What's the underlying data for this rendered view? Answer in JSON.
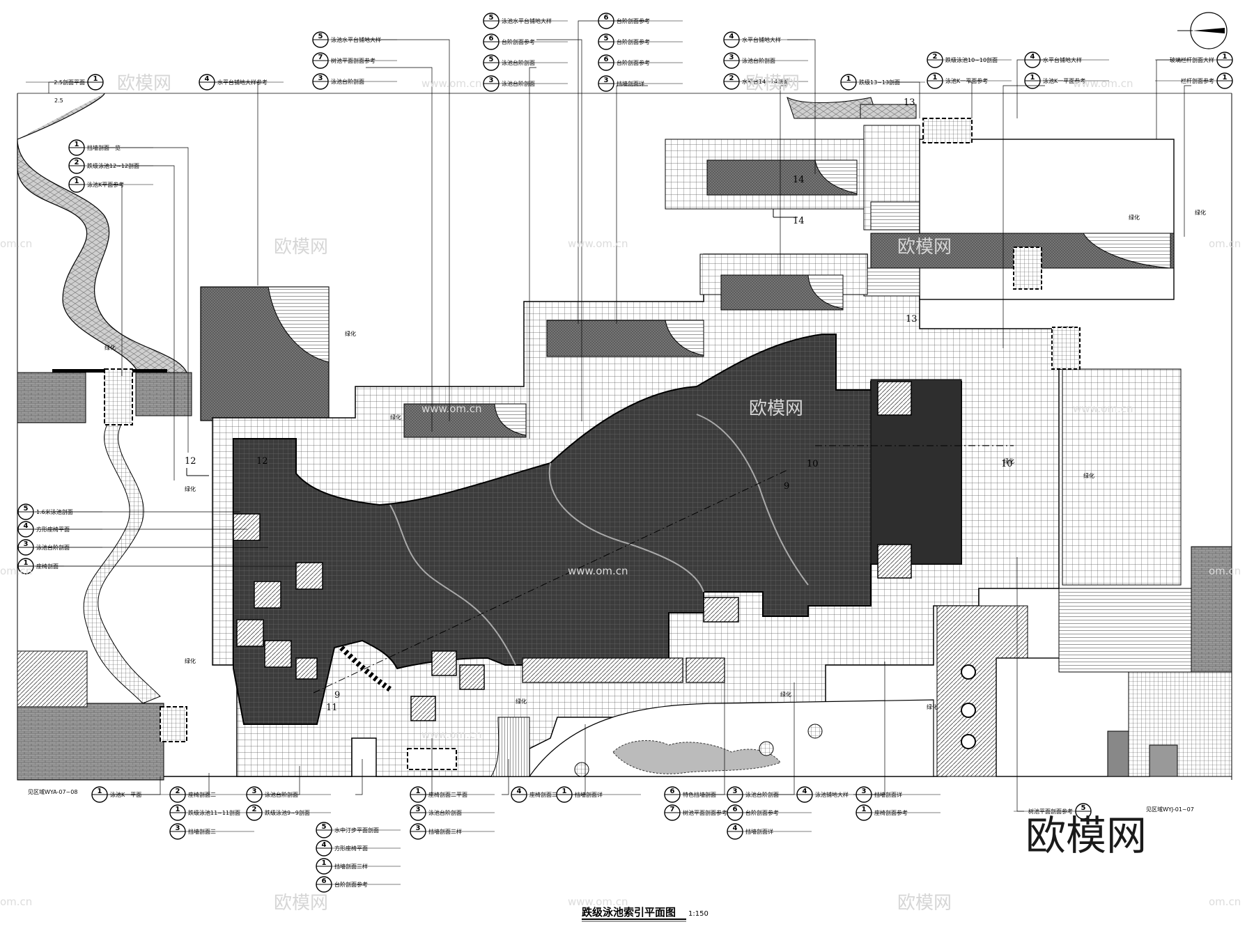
{
  "drawing": {
    "title": "跌级泳池索引平面图",
    "scale": "1:150"
  },
  "watermarks": {
    "brand": "欧模网",
    "site": "www.om.cn",
    "domain": "om.cn",
    "large": "欧模网"
  },
  "levels": {
    "lvA": "2.5",
    "ref_left": "见区域WYA-07~08",
    "ref_right": "见区域WYJ-01~07"
  },
  "section_marks": [
    "9",
    "10",
    "11",
    "12",
    "13",
    "14"
  ],
  "green_label": "绿化",
  "callouts_top": [
    {
      "num": "1",
      "text": "2.5剖面平面",
      "col": "a"
    },
    {
      "num": "4",
      "text": "水平台铺地大样参考",
      "col": "a"
    },
    {
      "num": "5",
      "text": "泳池水平台铺地大样",
      "col": "b"
    },
    {
      "num": "7",
      "text": "树池平面剖面参考",
      "col": "b"
    },
    {
      "num": "3",
      "text": "泳池台阶剖面",
      "col": "b"
    },
    {
      "num": "5",
      "text": "泳池水平台铺地大样",
      "col": "c"
    },
    {
      "num": "6",
      "text": "台阶剖面参考",
      "col": "c"
    },
    {
      "num": "5",
      "text": "泳池台阶剖面",
      "col": "c"
    },
    {
      "num": "3",
      "text": "泳池台阶剖面",
      "col": "c"
    },
    {
      "num": "6",
      "text": "台阶剖面参考",
      "col": "d"
    },
    {
      "num": "5",
      "text": "台阶剖面参考",
      "col": "d"
    },
    {
      "num": "6",
      "text": "台阶剖面参考",
      "col": "d"
    },
    {
      "num": "3",
      "text": "挡墙剖面详",
      "col": "d"
    },
    {
      "num": "4",
      "text": "水平台铺地大样",
      "col": "e"
    },
    {
      "num": "3",
      "text": "泳池台阶剖面",
      "col": "e"
    },
    {
      "num": "2",
      "text": "水平台14~14剖面",
      "col": "e"
    },
    {
      "num": "1",
      "text": "跌级13~13剖面",
      "col": "f"
    },
    {
      "num": "2",
      "text": "跌级泳池10~10剖面",
      "col": "g"
    },
    {
      "num": "1",
      "text": "泳池K一平面参考",
      "col": "g"
    },
    {
      "num": "4",
      "text": "水平台铺地大样",
      "col": "h"
    },
    {
      "num": "1",
      "text": "泳池K一平面参考",
      "col": "h"
    },
    {
      "num": "1",
      "text": "玻璃栏杆剖面大样",
      "col": "i"
    },
    {
      "num": "1",
      "text": "栏杆剖面参考",
      "col": "i"
    }
  ],
  "callouts_left": [
    {
      "num": "1",
      "text": "挡墙剖面一览"
    },
    {
      "num": "2",
      "text": "跌级泳池12~12剖面"
    },
    {
      "num": "1",
      "text": "泳池K平面参考"
    },
    {
      "num": "5",
      "text": "1.6米泳池剖面"
    },
    {
      "num": "4",
      "text": "方形座椅平面"
    },
    {
      "num": "3",
      "text": "泳池台阶剖面"
    },
    {
      "num": "1",
      "text": "座椅剖面一"
    }
  ],
  "callouts_bottom": [
    {
      "num": "1",
      "text": "泳池K一平面"
    },
    {
      "num": "2",
      "text": "座椅剖面二"
    },
    {
      "num": "1",
      "text": "跌级泳池11~11剖面"
    },
    {
      "num": "3",
      "text": "挡墙剖面三"
    },
    {
      "num": "3",
      "text": "泳池台阶剖面"
    },
    {
      "num": "2",
      "text": "跌级泳池9~9剖面"
    },
    {
      "num": "5",
      "text": "水中汀步平面剖面"
    },
    {
      "num": "4",
      "text": "方形座椅平面"
    },
    {
      "num": "1",
      "text": "挡墙剖面三样"
    },
    {
      "num": "6",
      "text": "台阶剖面参考"
    },
    {
      "num": "1",
      "text": "座椅剖面二平面"
    },
    {
      "num": "3",
      "text": "泳池台阶剖面"
    },
    {
      "num": "3",
      "text": "挡墙剖面三样"
    },
    {
      "num": "4",
      "text": "座椅剖面三"
    },
    {
      "num": "1",
      "text": "挡墙剖面详"
    },
    {
      "num": "6",
      "text": "特色挡墙剖面"
    },
    {
      "num": "7",
      "text": "树池平面剖面参考"
    },
    {
      "num": "3",
      "text": "泳池台阶剖面"
    },
    {
      "num": "6",
      "text": "台阶剖面参考"
    },
    {
      "num": "4",
      "text": "挡墙剖面详"
    },
    {
      "num": "4",
      "text": "泳池铺地大样"
    },
    {
      "num": "3",
      "text": "挡墙剖面详"
    },
    {
      "num": "1",
      "text": "座椅剖面参考"
    },
    {
      "num": "5",
      "text": "树池平面剖面参考"
    }
  ]
}
